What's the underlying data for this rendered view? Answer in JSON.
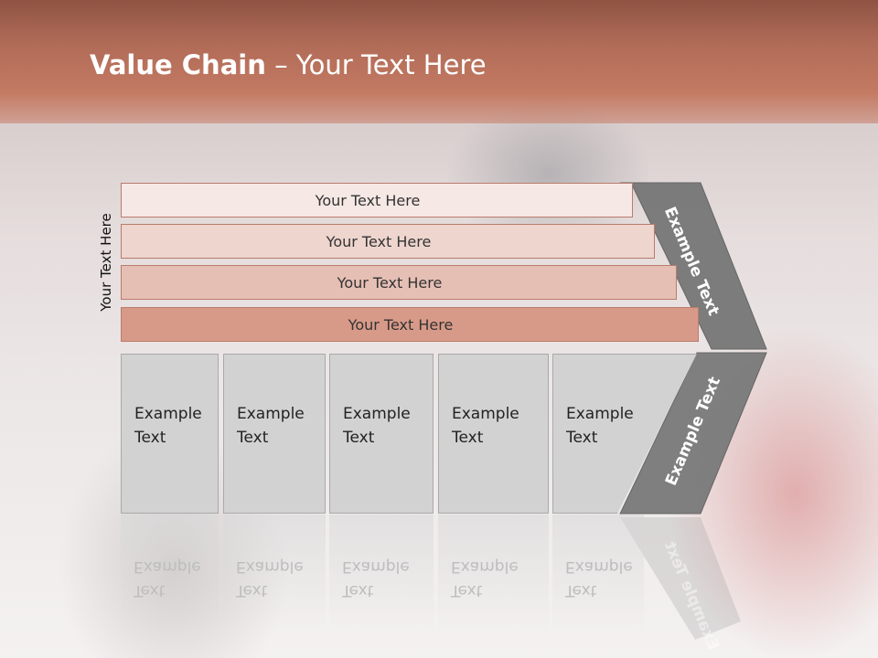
{
  "slide": {
    "title_bold": "Value Chain",
    "title_rest": " – Your Text Here",
    "side_label": "Your Text Here"
  },
  "rows": [
    {
      "label": "Your Text Here",
      "color": "#f6e8e4"
    },
    {
      "label": "Your Text Here",
      "color": "#eed5ce"
    },
    {
      "label": "Your Text Here",
      "color": "#e6bfb4"
    },
    {
      "label": "Your Text Here",
      "color": "#d89a88"
    }
  ],
  "columns": [
    {
      "line1": "Example",
      "line2": "Text"
    },
    {
      "line1": "Example",
      "line2": "Text"
    },
    {
      "line1": "Example",
      "line2": "Text"
    },
    {
      "line1": "Example",
      "line2": "Text"
    },
    {
      "line1": "Example",
      "line2": "Text"
    }
  ],
  "chevrons": {
    "upper_label": "Example Text",
    "lower_label": "Example Text",
    "upper_color": "#777777",
    "lower_color": "#7a7a7a"
  }
}
